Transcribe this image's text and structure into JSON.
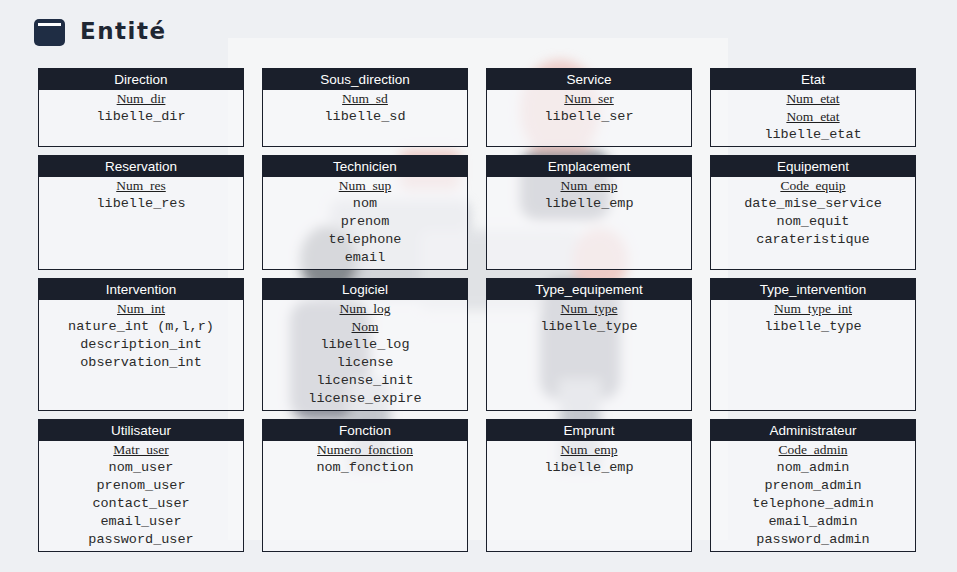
{
  "diagram": {
    "title": "Entité",
    "nodes": [
      {
        "text": [
          "Direction",
          "Num_dir",
          "libelle_dir"
        ]
      },
      {
        "text": [
          "Sous_direction",
          "Num_sd",
          "libelle_sd"
        ]
      },
      {
        "text": [
          "Service",
          "Num_ser",
          "libelle_ser"
        ]
      },
      {
        "text": [
          "Etat",
          "Num_etat",
          "Nom_etat",
          "libelle_etat"
        ]
      },
      {
        "text": [
          "Reservation",
          "Num_res",
          "libelle_res"
        ]
      },
      {
        "text": [
          "Technicien",
          "Num_sup",
          "nom",
          "prenom",
          "telephone",
          "email"
        ]
      },
      {
        "text": [
          "Emplacement",
          "Num_emp",
          "libelle_emp"
        ]
      },
      {
        "text": [
          "Equipement",
          "Code_equip",
          "date_mise_service",
          "nom_equit",
          "carateristique"
        ]
      },
      {
        "text": [
          "Intervention",
          "Num_int",
          "nature_int (m,l,r)",
          "description_int",
          "observation_int"
        ]
      },
      {
        "text": [
          "Logiciel",
          "Num_log",
          "Nom",
          "libelle_log",
          "license",
          "license_init",
          "license_expire"
        ]
      },
      {
        "text": [
          "Type_equipement",
          "Num_type",
          "libelle_type"
        ]
      },
      {
        "text": [
          "Type_intervention",
          "Num_type_int",
          "libelle_type"
        ]
      },
      {
        "text": [
          "Utilisateur",
          "Matr_user",
          "nom_user",
          "prenom_user",
          "contact_user",
          "email_user",
          "password_user"
        ]
      },
      {
        "text": [
          "Fonction",
          "Numero_fonction",
          "nom_fonction"
        ]
      },
      {
        "text": [
          "Emprunt",
          "Num_emp",
          "libelle_emp"
        ]
      },
      {
        "text": [
          "Administrateur",
          "Code_admin",
          "nom_admin",
          "prenom_admin",
          "telephone_admin",
          "email_admin",
          "password_admin"
        ]
      }
    ]
  }
}
